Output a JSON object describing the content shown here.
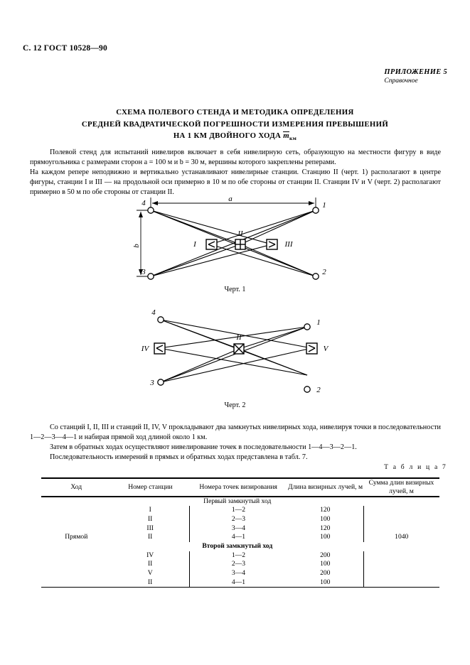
{
  "header": {
    "page_marker": "С. 12",
    "standard": "ГОСТ 10528—90"
  },
  "appendix": {
    "title": "ПРИЛОЖЕНИЕ 5",
    "subtitle": "Справочное"
  },
  "doc_title": {
    "line1": "СХЕМА ПОЛЕВОГО СТЕНДА И МЕТОДИКА ОПРЕДЕЛЕНИЯ",
    "line2": "СРЕДНЕЙ КВАДРАТИЧЕСКОЙ ПОГРЕШНОСТИ ИЗМЕРЕНИЯ ПРЕВЫШЕНИЙ",
    "line3_prefix": "НА 1 КМ ДВОЙНОГО ХОДА ",
    "line3_symbol": "m",
    "line3_subscript": "км"
  },
  "paragraphs": {
    "intro_1": "Полевой стенд для испытаний нивелиров включает в себя нивелирную сеть, образующую на местности фигуру в виде прямоугольника с размерами сторон a = 100 м и b = 30 м, вершины которого закреплены реперами.",
    "intro_2": "На каждом репере неподвижно и вертикально устанавливают нивелирные станции. Станцию II (черт. 1) располагают в центре фигуры, станции I и III — на продольной оси примерно в 10 м по обе стороны от станции II. Станции IV и V (черт. 2) располагают примерно в 50 м по обе стороны от станции II.",
    "method_1": "Со станций I, II, III и станций II, IV, V прокладывают два замкнутых нивелирных хода, нивелируя точки в последовательности 1—2—3—4—1 и набирая прямой ход длиной около 1 км.",
    "method_2": "Затем в обратных ходах осуществляют нивелирование точек в последовательности 1—4—3—2—1.",
    "method_3": "Последовательность измерений в прямых и обратных ходах представлена в табл. 7."
  },
  "figure1": {
    "caption": "Черт. 1",
    "nodes": [
      "4",
      "1",
      "3",
      "2"
    ],
    "stations": [
      "I",
      "II",
      "III"
    ],
    "dim_horizontal": "a",
    "dim_vertical": "b"
  },
  "figure2": {
    "caption": "Черт. 2",
    "nodes": [
      "4",
      "1",
      "3",
      "2"
    ],
    "stations": [
      "IV",
      "II",
      "V"
    ]
  },
  "table": {
    "caption": "Т а б л и ц а 7",
    "headers": [
      "Ход",
      "Номер станции",
      "Номера точек визирования",
      "Длина визирных лучей, м",
      "Сумма длин визирных лучей, м"
    ],
    "hod_label": "Прямой",
    "sum_value": "1040",
    "sections": [
      {
        "label": "Первый замкнутый ход",
        "bold": false,
        "rows": [
          {
            "station": "I",
            "points": "1—2",
            "length": "120"
          },
          {
            "station": "II",
            "points": "2—3",
            "length": "100"
          },
          {
            "station": "III",
            "points": "3—4",
            "length": "120"
          },
          {
            "station": "II",
            "points": "4—1",
            "length": "100"
          }
        ]
      },
      {
        "label": "Второй замкнутый ход",
        "bold": true,
        "rows": [
          {
            "station": "IV",
            "points": "1—2",
            "length": "200"
          },
          {
            "station": "II",
            "points": "2—3",
            "length": "100"
          },
          {
            "station": "V",
            "points": "3—4",
            "length": "200"
          },
          {
            "station": "II",
            "points": "4—1",
            "length": "100"
          }
        ]
      }
    ]
  }
}
